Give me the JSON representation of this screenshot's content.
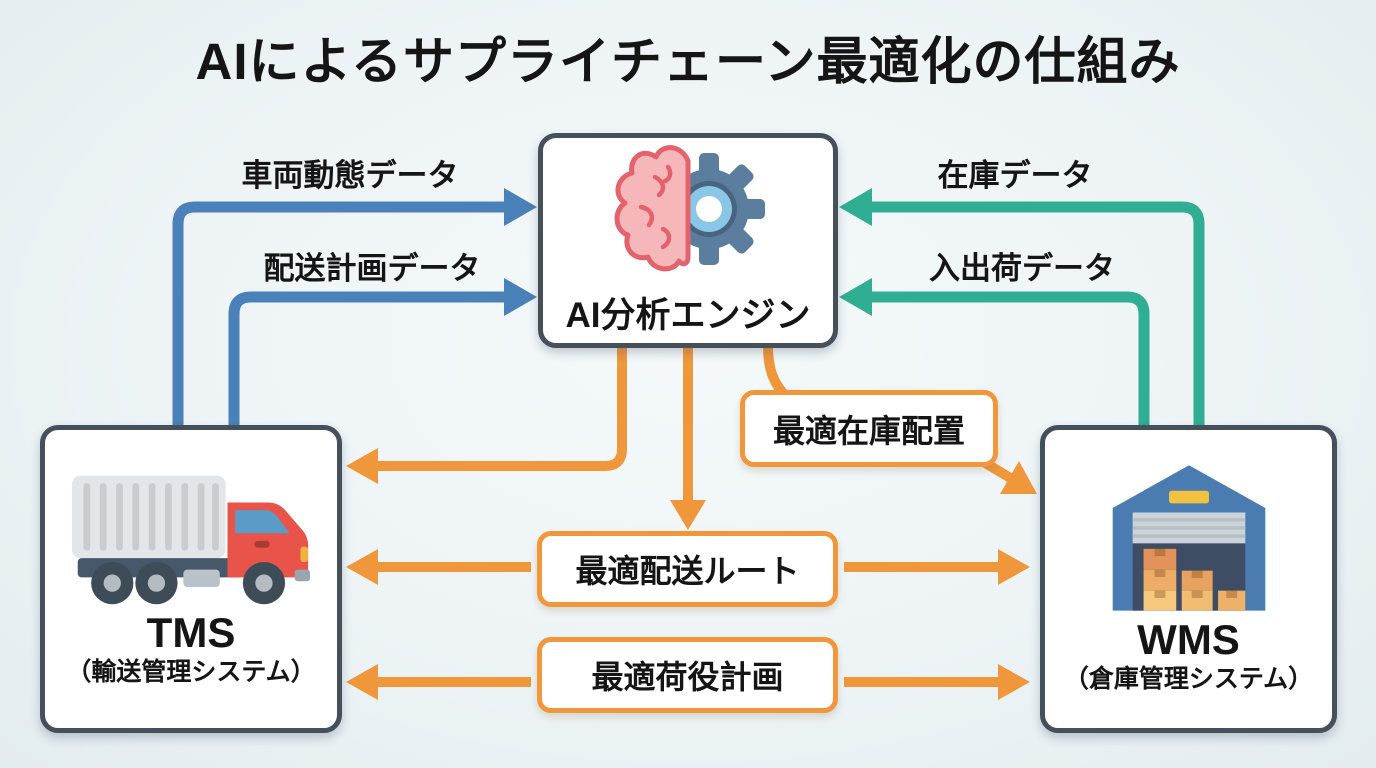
{
  "title": "AIによるサプライチェーン最適化の仕組み",
  "nodes": {
    "ai_engine": {
      "label": "AI分析エンジン"
    },
    "tms": {
      "acronym": "TMS",
      "subtitle": "（輸送管理システム）"
    },
    "wms": {
      "acronym": "WMS",
      "subtitle": "（倉庫管理システム）"
    }
  },
  "flows": {
    "tms_to_ai": [
      {
        "label": "車両動態データ"
      },
      {
        "label": "配送計画データ"
      }
    ],
    "wms_to_ai": [
      {
        "label": "在庫データ"
      },
      {
        "label": "入出荷データ"
      }
    ],
    "ai_outputs": [
      {
        "label": "最適在庫配置"
      },
      {
        "label": "最適配送ルート"
      },
      {
        "label": "最適荷役計画"
      }
    ]
  },
  "colors": {
    "blue": "#4a81b8",
    "teal": "#2fae93",
    "orange": "#f0973c",
    "border": "#46505a",
    "bg": "#eef4f5",
    "text": "#151515"
  }
}
